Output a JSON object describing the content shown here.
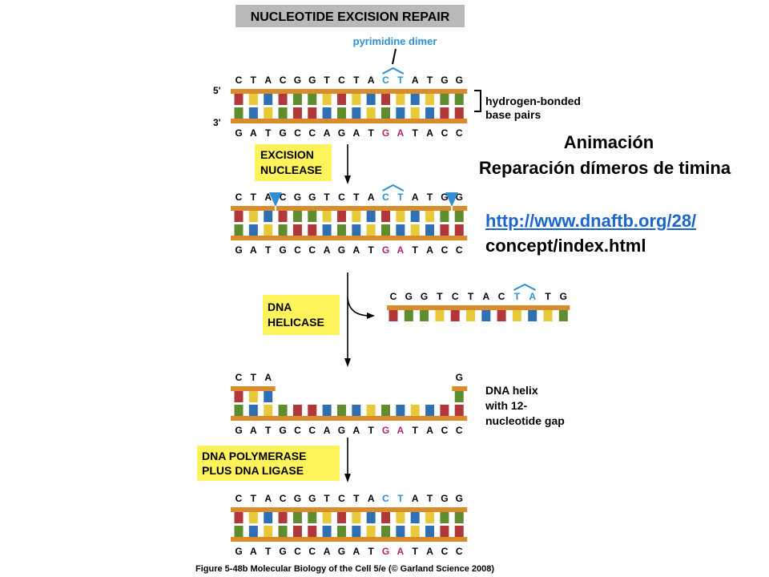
{
  "title": "NUCLEOTIDE EXCISION REPAIR",
  "annotations": {
    "pyrimidine_dimer": "pyrimidine dimer",
    "hbond_line1": "hydrogen-bonded",
    "hbond_line2": "base pairs",
    "gap_line1": "DNA helix",
    "gap_line2": "with 12-",
    "gap_line3": "nucleotide gap",
    "five_prime": "5'",
    "three_prime": "3'"
  },
  "steps": [
    {
      "line1": "EXCISION",
      "line2": "NUCLEASE"
    },
    {
      "line1": "DNA",
      "line2": "HELICASE"
    },
    {
      "line1": "DNA POLYMERASE",
      "line2": "PLUS DNA LIGASE"
    }
  ],
  "sequences": {
    "top": [
      "C",
      "T",
      "A",
      "C",
      "G",
      "G",
      "T",
      "C",
      "T",
      "A",
      "C",
      "T",
      "A",
      "T",
      "G",
      "G"
    ],
    "bottom": [
      "G",
      "A",
      "T",
      "G",
      "C",
      "C",
      "A",
      "G",
      "A",
      "T",
      "G",
      "A",
      "T",
      "A",
      "C",
      "C"
    ],
    "excised": [
      "C",
      "G",
      "G",
      "T",
      "C",
      "T",
      "A",
      "C",
      "T",
      "A",
      "T",
      "G"
    ],
    "gap_left": [
      "C",
      "T",
      "A"
    ],
    "gap_right": [
      "G"
    ]
  },
  "colors": {
    "backbone": "#d98c2b",
    "A": "#2f6fb4",
    "T": "#e8c93a",
    "G": "#5e8c2e",
    "C": "#b0373a",
    "dimer": "#2f8fd0",
    "highlight_text": "#b3256d",
    "label_box": "#fff35c",
    "title_box": "#b9b9b9",
    "nuclease_marker": "#2f8fd0"
  },
  "side_text": {
    "animation_title": "Animación",
    "animation_subtitle": "Reparación dímeros de timina",
    "link_line1": "http://www.dnaftb.org/28/",
    "link_line2": "concept/index.html"
  },
  "caption": "Figure 5-48b  Molecular Biology of the Cell 5/e (© Garland Science 2008)"
}
